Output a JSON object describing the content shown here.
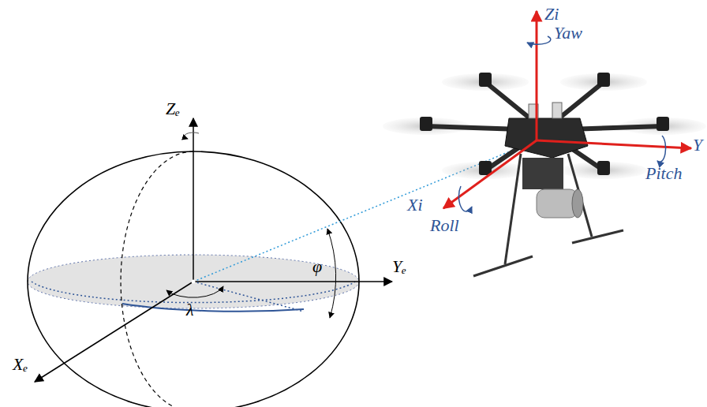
{
  "diagram": {
    "labels": [
      "Zₑ",
      "Yₑ",
      "Xₑ",
      "φ",
      "λ",
      "Zi",
      "Yaw",
      "Y",
      "Pitch",
      "Xi",
      "Roll"
    ]
  }
}
